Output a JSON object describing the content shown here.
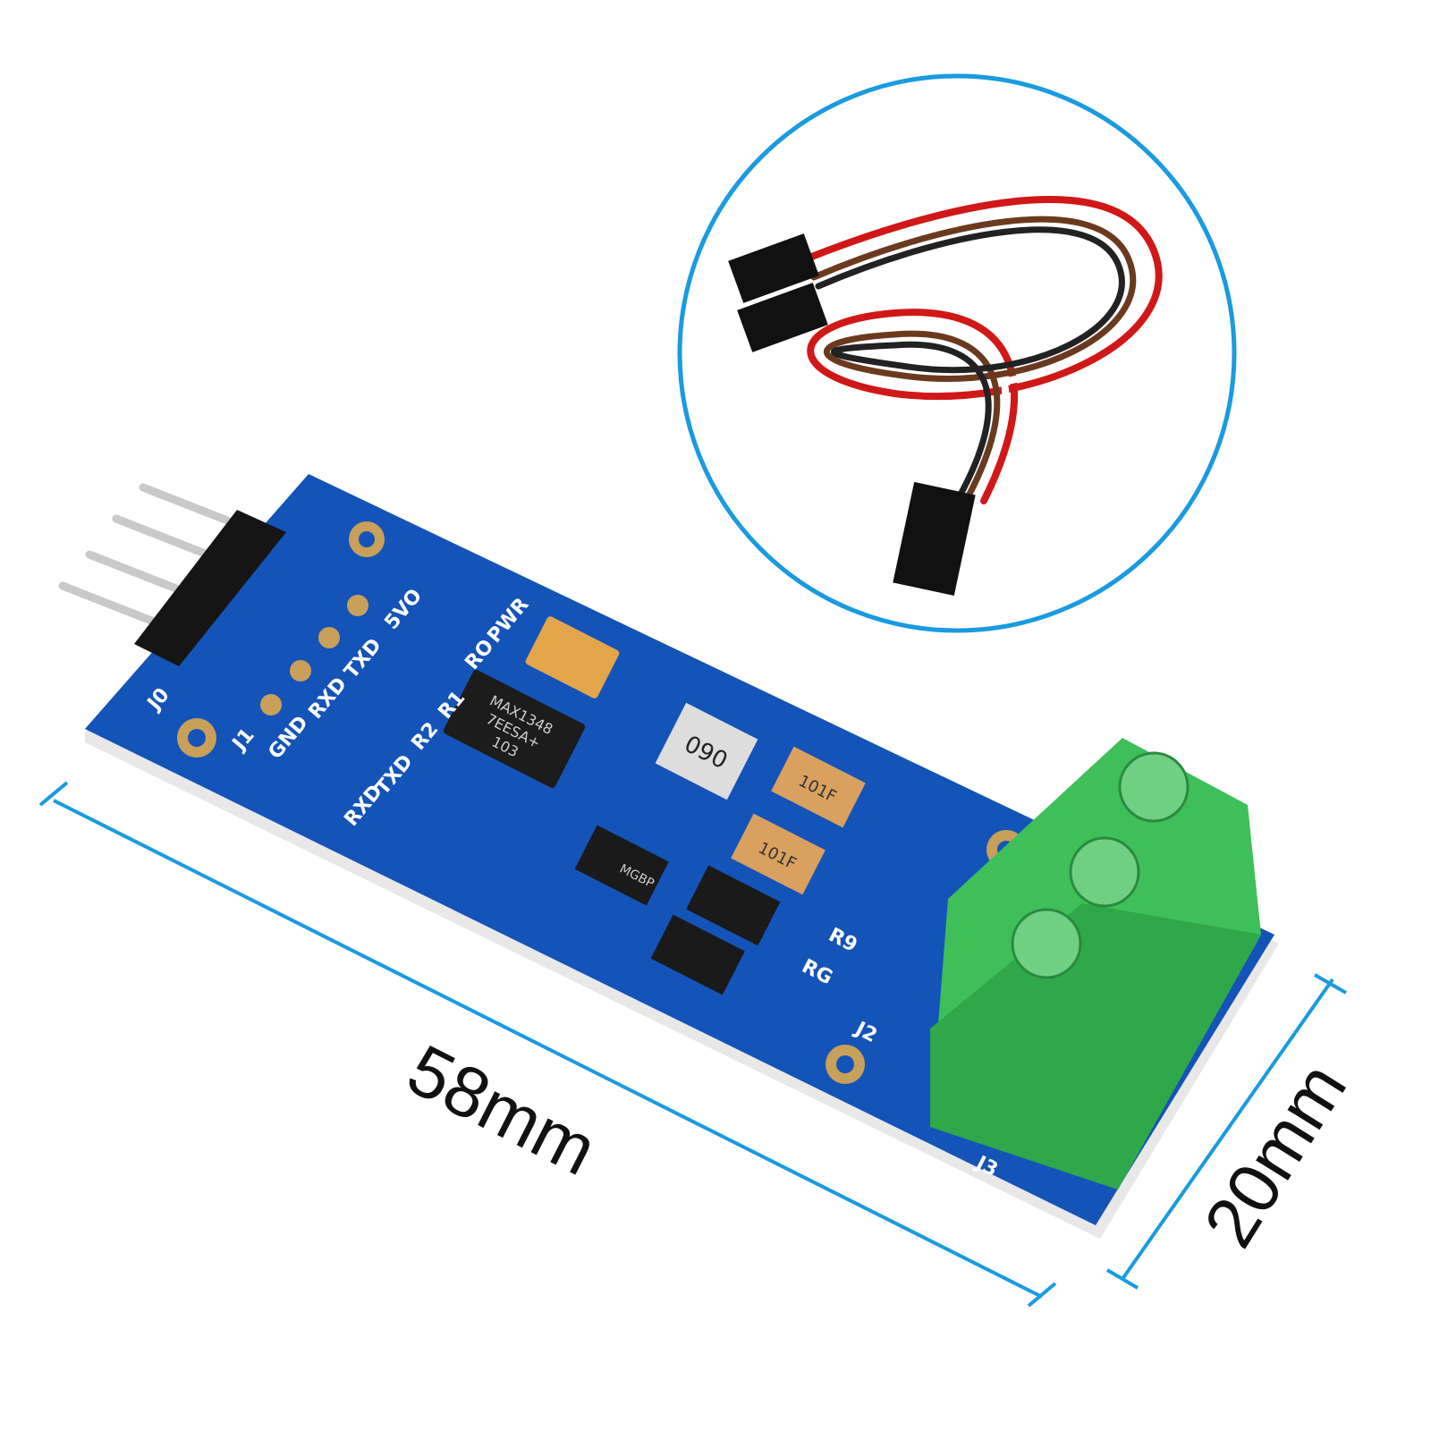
{
  "colors": {
    "pcb": "#1453b8",
    "dimension_line": "#1a9ae0",
    "terminal": "#3fbf5a",
    "circle": "#1a9ae0"
  },
  "dimensions": {
    "length": "58mm",
    "width": "20mm"
  },
  "pcb_labels": {
    "j0": "J0",
    "j1": "J1",
    "j2": "J2",
    "j3": "J3",
    "gnd": "GND",
    "rxd": "RXD",
    "txd": "TXD",
    "vo": "5VO",
    "pwr": "PWR",
    "ro": "RO",
    "r1": "R1",
    "r2": "R2",
    "txd_led": "TXD",
    "rxd_led": "RXD",
    "r9": "R9",
    "rg": "RG"
  },
  "chip": {
    "line1": "MAX1348",
    "line2": "7EESA+",
    "line3": "103"
  },
  "component_marks": {
    "inductor": "090",
    "cap1": "101F",
    "cap2": "101F",
    "diode": "MGBP"
  }
}
